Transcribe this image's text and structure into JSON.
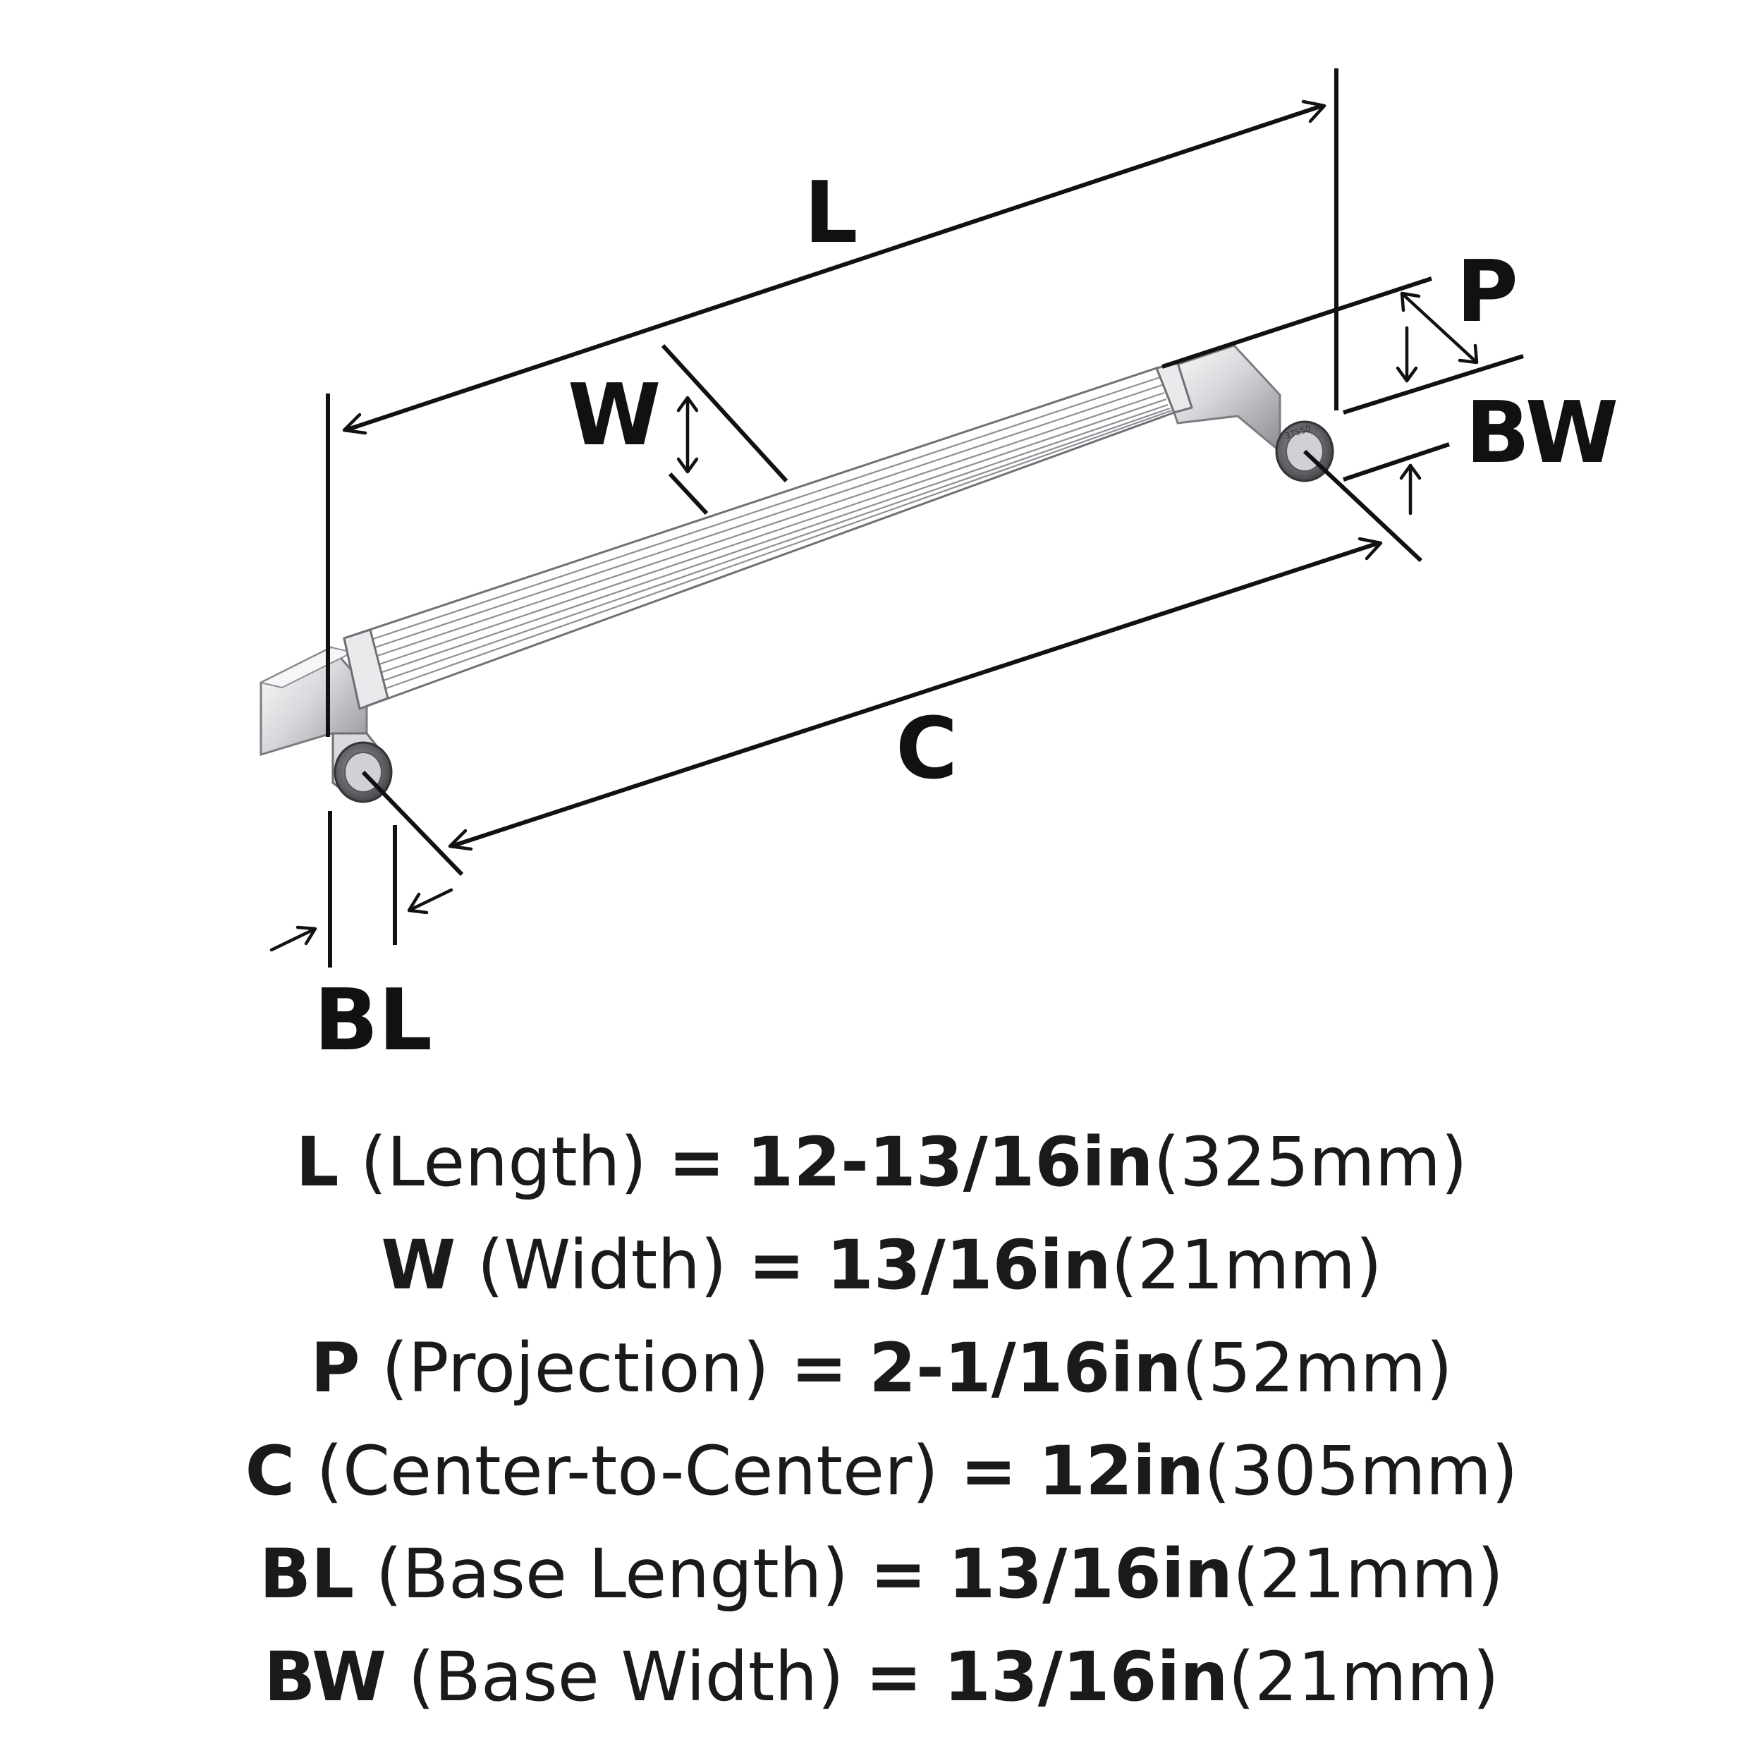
{
  "diagram": {
    "labels": {
      "L": "L",
      "W": "W",
      "P": "P",
      "BW": "BW",
      "C": "C",
      "BL": "BL"
    },
    "part_number": "37550"
  },
  "specs": [
    {
      "code": "L",
      "name": "(Length)",
      "eq": "=",
      "imperial": "12-13/16in",
      "metric": "(325mm)"
    },
    {
      "code": "W",
      "name": "(Width)",
      "eq": "=",
      "imperial": "13/16in",
      "metric": "(21mm)"
    },
    {
      "code": "P",
      "name": "(Projection)",
      "eq": "=",
      "imperial": "2-1/16in",
      "metric": "(52mm)"
    },
    {
      "code": "C",
      "name": "(Center-to-Center)",
      "eq": "=",
      "imperial": "12in",
      "metric": "(305mm)"
    },
    {
      "code": "BL",
      "name": "(Base Length)",
      "eq": "=",
      "imperial": "13/16in",
      "metric": "(21mm)"
    },
    {
      "code": "BW",
      "name": "(Base Width)",
      "eq": "=",
      "imperial": "13/16in",
      "metric": "(21mm)"
    }
  ],
  "colors": {
    "ink": "#111111",
    "chrome_light": "#f2f2f4",
    "chrome_mid": "#c9cacd",
    "chrome_dark": "#6e7075"
  }
}
